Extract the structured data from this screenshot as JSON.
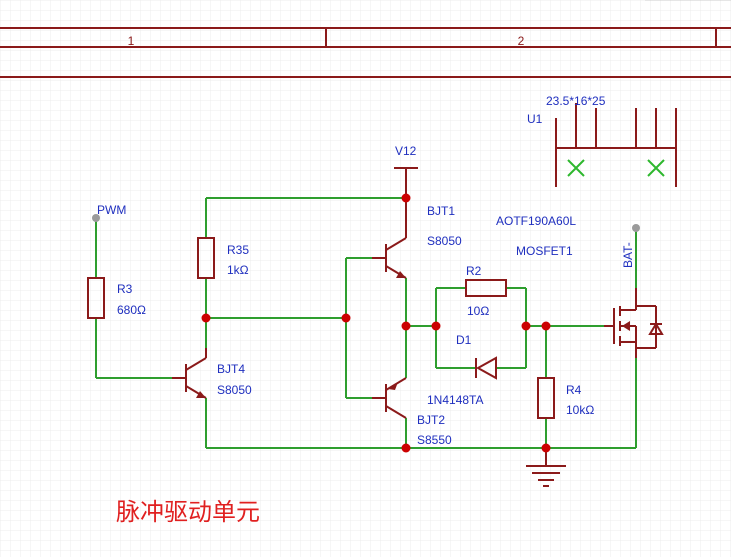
{
  "colors": {
    "wire": "#2e9e2e",
    "component": "#8b1a1a",
    "label": "#1f2fbf",
    "junction": "#cc0000",
    "title": "#e02020",
    "grid": "#e6e6e6"
  },
  "header": {
    "col1": "1",
    "col2": "2"
  },
  "title": "脉冲驱动单元",
  "nets": {
    "pwm": "PWM",
    "v12": "V12",
    "bat": "BAT-"
  },
  "components": {
    "u1": {
      "ref": "U1",
      "value": "23.5*16*25"
    },
    "r3": {
      "ref": "R3",
      "value": "680Ω"
    },
    "r35": {
      "ref": "R35",
      "value": "1kΩ"
    },
    "r2": {
      "ref": "R2",
      "value": "10Ω"
    },
    "r4": {
      "ref": "R4",
      "value": "10kΩ"
    },
    "bjt1": {
      "ref": "BJT1",
      "value": "S8050"
    },
    "bjt2": {
      "ref": "BJT2",
      "value": "S8550"
    },
    "bjt4": {
      "ref": "BJT4",
      "value": "S8050"
    },
    "d1": {
      "ref": "D1",
      "value": "1N4148TA"
    },
    "mosfet": {
      "ref": "MOSFET1",
      "value": "AOTF190A60L"
    }
  }
}
